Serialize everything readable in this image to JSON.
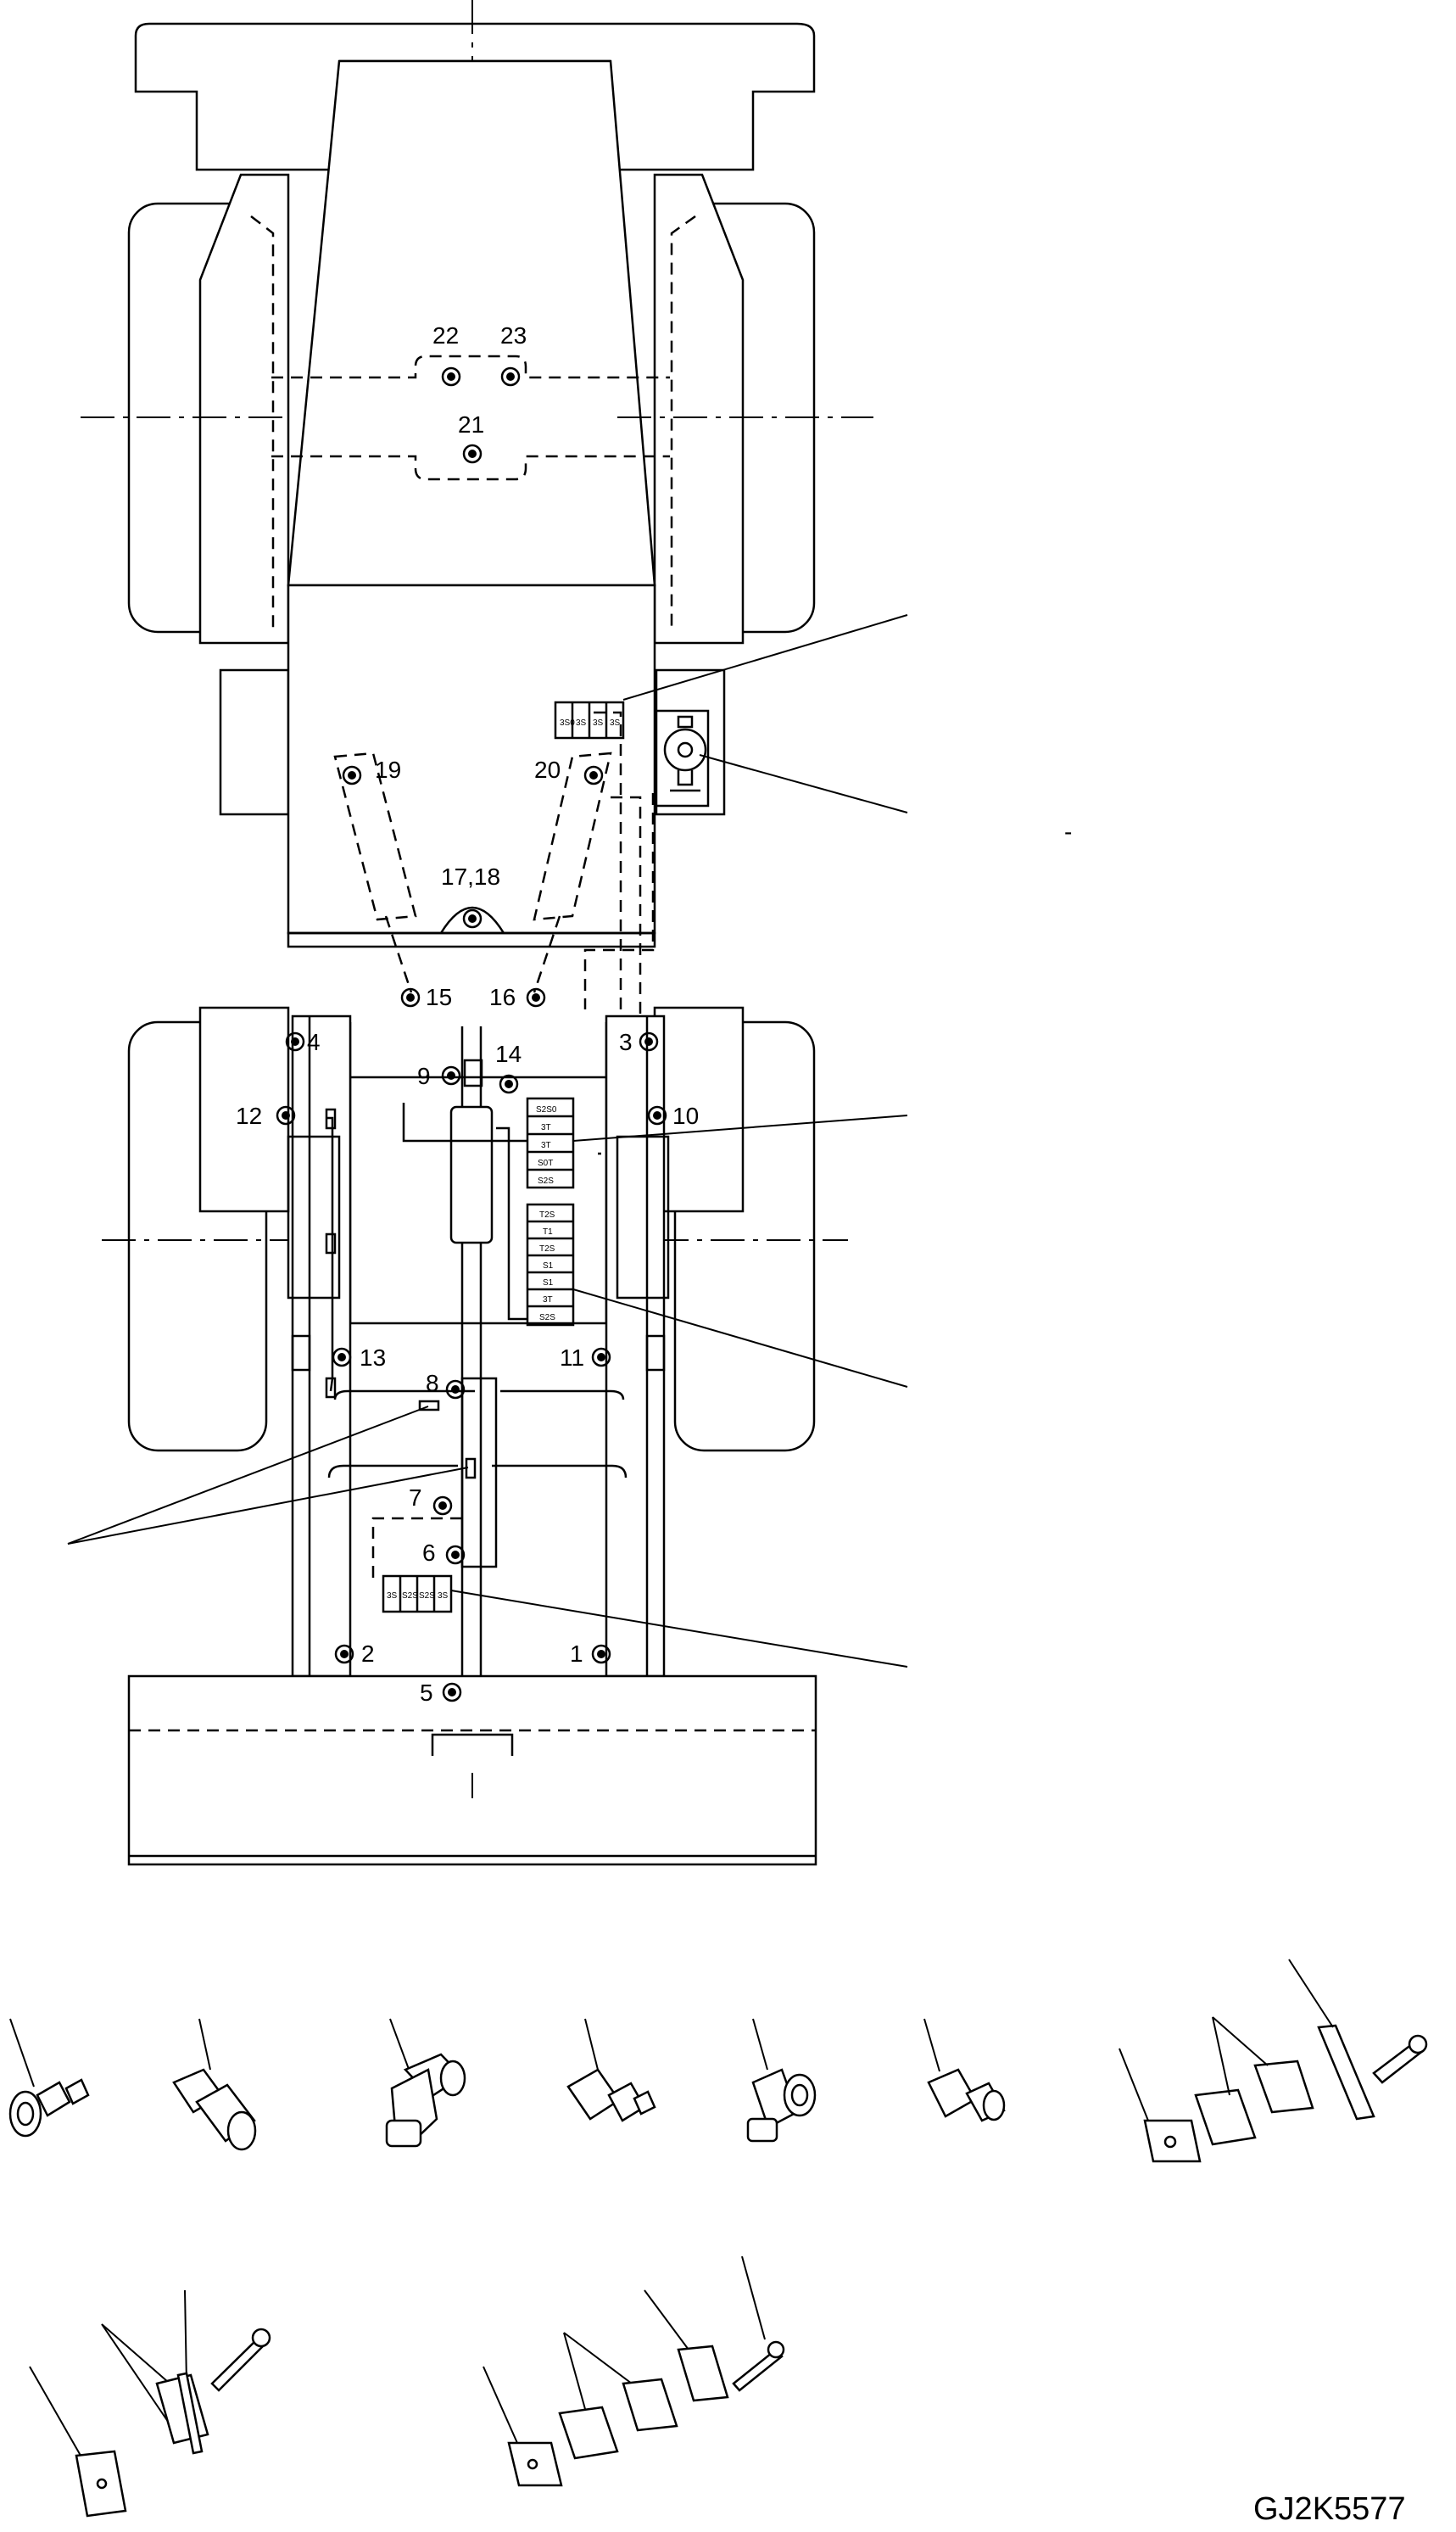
{
  "drawing_code": "GJ2K5577",
  "point_labels": [
    {
      "id": "p1",
      "text": "1"
    },
    {
      "id": "p2",
      "text": "2"
    },
    {
      "id": "p3",
      "text": "3"
    },
    {
      "id": "p4",
      "text": "4"
    },
    {
      "id": "p5",
      "text": "5"
    },
    {
      "id": "p6",
      "text": "6"
    },
    {
      "id": "p7",
      "text": "7"
    },
    {
      "id": "p8",
      "text": "8"
    },
    {
      "id": "p9",
      "text": "9"
    },
    {
      "id": "p10",
      "text": "10"
    },
    {
      "id": "p11",
      "text": "11"
    },
    {
      "id": "p12",
      "text": "12"
    },
    {
      "id": "p13",
      "text": "13"
    },
    {
      "id": "p14",
      "text": "14"
    },
    {
      "id": "p15",
      "text": "15"
    },
    {
      "id": "p16",
      "text": "16"
    },
    {
      "id": "p1718",
      "text": "17,18"
    },
    {
      "id": "p19",
      "text": "19"
    },
    {
      "id": "p20",
      "text": "20"
    },
    {
      "id": "p21",
      "text": "21"
    },
    {
      "id": "p22",
      "text": "22"
    },
    {
      "id": "p23",
      "text": "23"
    }
  ],
  "valve_block_a": [
    "3S",
    "3S",
    "3S",
    "3S0"
  ],
  "valve_block_b": [
    "S2S0",
    "3T",
    "3T",
    "S0T",
    "S2S"
  ],
  "valve_block_c": [
    "T2S",
    "T1",
    "T2S",
    "S1",
    "S1",
    "3T",
    "S2S"
  ],
  "valve_block_d": [
    "3S",
    "S2S",
    "S2S",
    "3S"
  ],
  "stray_mark": "-"
}
